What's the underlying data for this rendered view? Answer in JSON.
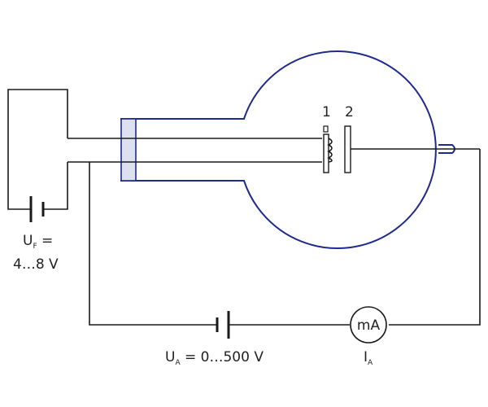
{
  "labels": {
    "electrode_1": "1",
    "electrode_2": "2",
    "filament_voltage": {
      "symbol": "U",
      "subscript": "F",
      "suffix": " =",
      "range": "4…8 V"
    },
    "anode_voltage": {
      "symbol": "U",
      "subscript": "A",
      "value": " = 0…500 V"
    },
    "meter": "mA",
    "current": {
      "symbol": "I",
      "subscript": "A"
    }
  },
  "colors": {
    "tube_outline": "#1f2a8f",
    "wire": "#1a1a1a",
    "seal_fill": "#dde0ee"
  }
}
